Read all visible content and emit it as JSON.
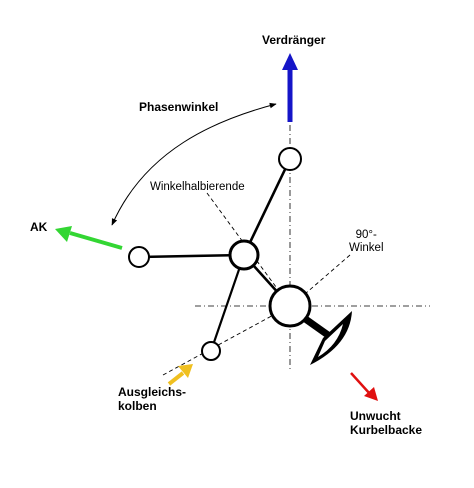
{
  "labels": {
    "verdraenger": "Verdränger",
    "phasenwinkel": "Phasenwinkel",
    "winkelhalbierende": "Winkelhalbierende",
    "ak": "AK",
    "winkel90_line1": "90°-",
    "winkel90_line2": "Winkel",
    "ausgleich_line1": "Ausgleichs-",
    "ausgleich_line2": "kolben",
    "unwucht_line1": "Unwucht",
    "unwucht_line2": "Kurbelbacke"
  },
  "colors": {
    "verdraenger_arrow": "#1515c8",
    "ak_arrow": "#33d633",
    "ausgleich_arrow": "#f0c020",
    "unwucht_arrow": "#e01010",
    "lines": "#000000"
  }
}
